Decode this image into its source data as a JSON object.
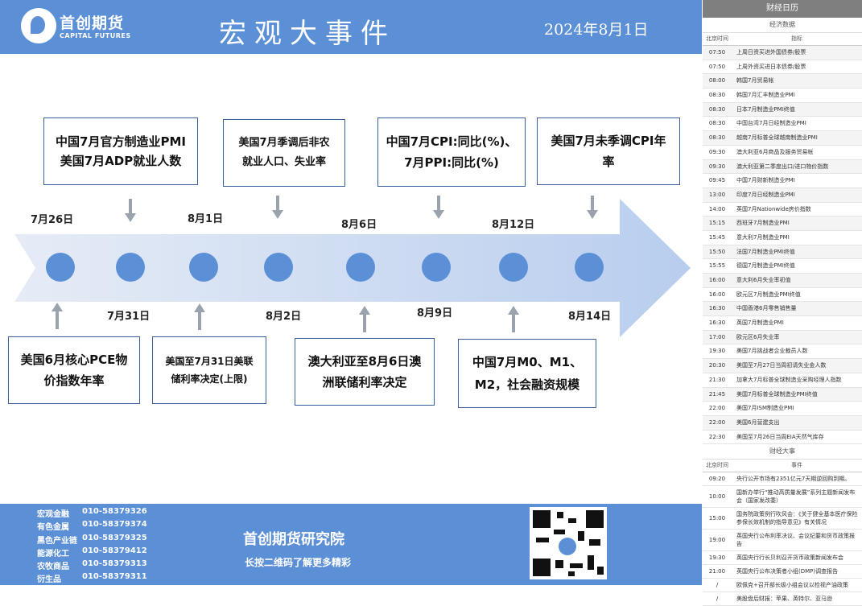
{
  "header": {
    "logo_name": "首创期货",
    "logo_en": "CAPITAL FUTURES",
    "title": "宏观大事件",
    "date": "2024年8月1日"
  },
  "timeline": {
    "dates_top": [
      "7月26日",
      "8月1日",
      "8月6日",
      "8月12日"
    ],
    "dates_bottom": [
      "7月31日",
      "8月2日",
      "8月9日",
      "8月14日"
    ],
    "boxes_top": [
      {
        "line1": "中国7月官方制造业PMI",
        "line2": "美国7月ADP就业人数"
      },
      {
        "line1": "美国7月季调后非农",
        "line2": "就业人口、失业率"
      },
      {
        "line1": "中国7月CPI:同比(%)、",
        "line2": "7月PPI:同比(%)"
      },
      {
        "line1": "美国7月未季调CPI年",
        "line2": "率"
      }
    ],
    "boxes_bottom": [
      {
        "line1": "美国6月核心PCE物",
        "line2": "价指数年率"
      },
      {
        "line1": "美国至7月31日美联",
        "line2": "储利率决定(上限)"
      },
      {
        "line1": "澳大利亚至8月6日澳",
        "line2": "洲联储利率决定"
      },
      {
        "line1": "中国7月M0、M1、",
        "line2": "M2，社会融资规模"
      }
    ]
  },
  "footer": {
    "contacts": [
      {
        "name": "宏观金融",
        "phone": "010-58379326"
      },
      {
        "name": "有色金属",
        "phone": "010-58379374"
      },
      {
        "name": "黑色产业链",
        "phone": "010-58379325"
      },
      {
        "name": "能源化工",
        "phone": "010-58379412"
      },
      {
        "name": "农牧商品",
        "phone": "010-58379313"
      },
      {
        "name": "衍生品",
        "phone": "010-58379311"
      }
    ],
    "institute": "首创期货研究院",
    "hint": "长按二维码了解更多精彩"
  },
  "calendar": {
    "title": "财经日历",
    "econ_title": "经济数据",
    "col_time": "北京时间",
    "col_indicator": "指标",
    "econ": [
      {
        "t": "07:50",
        "v": "上周日资买进外国债券/股票"
      },
      {
        "t": "07:50",
        "v": "上周外资买进日本债券/股票"
      },
      {
        "t": "08:00",
        "v": "韩国7月贸易帐"
      },
      {
        "t": "08:30",
        "v": "韩国7月汇丰制造业PMI"
      },
      {
        "t": "08:30",
        "v": "日本7月制造业PMI终值"
      },
      {
        "t": "08:30",
        "v": "中国台湾7月日经制造业PMI"
      },
      {
        "t": "08:30",
        "v": "越南7月标普全球越南制造业PMI"
      },
      {
        "t": "09:30",
        "v": "澳大利亚6月商品及服务贸易帐"
      },
      {
        "t": "09:30",
        "v": "澳大利亚第二季度出口/进口物价指数"
      },
      {
        "t": "09:45",
        "v": "中国7月财新制造业PMI"
      },
      {
        "t": "13:00",
        "v": "印度7月日经制造业PMI"
      },
      {
        "t": "14:00",
        "v": "英国7月Nationwide房价指数"
      },
      {
        "t": "15:15",
        "v": "西班牙7月制造业PMI"
      },
      {
        "t": "15:45",
        "v": "意大利7月制造业PMI"
      },
      {
        "t": "15:50",
        "v": "法国7月制造业PMI终值"
      },
      {
        "t": "15:55",
        "v": "德国7月制造业PMI终值"
      },
      {
        "t": "16:00",
        "v": "意大利6月失业率初值"
      },
      {
        "t": "16:00",
        "v": "欧元区7月制造业PMI终值"
      },
      {
        "t": "16:30",
        "v": "中国香港6月零售销售量"
      },
      {
        "t": "16:30",
        "v": "英国7月制造业PMI"
      },
      {
        "t": "17:00",
        "v": "欧元区6月失业率"
      },
      {
        "t": "19:30",
        "v": "美国7月挑战者企业裁员人数"
      },
      {
        "t": "20:30",
        "v": "美国至7月27日当周初请失业金人数"
      },
      {
        "t": "21:30",
        "v": "加拿大7月标普全球制造业采购经理人指数"
      },
      {
        "t": "21:45",
        "v": "美国7月标普全球制造业PMI终值"
      },
      {
        "t": "22:00",
        "v": "美国7月ISM制造业PMI"
      },
      {
        "t": "22:00",
        "v": "美国6月营建支出"
      },
      {
        "t": "22:30",
        "v": "美国至7月26日当周EIA天然气库存"
      }
    ],
    "events_title": "财经大事",
    "col_event": "事件",
    "events": [
      {
        "t": "09:20",
        "v": "央行公开市场有2351亿元7天期逆回购到期。"
      },
      {
        "t": "10:00",
        "v": "国新办举行“推动高质量发展”系列主题新闻发布会（国家发改委）"
      },
      {
        "t": "15:00",
        "v": "国务院政策例行吹风会：《关于健全基本医疗保险参保长效机制的指导意见》有关情况"
      },
      {
        "t": "19:00",
        "v": "英国央行公布利率决议、会议纪要和货币政策报告"
      },
      {
        "t": "19:30",
        "v": "英国央行行长贝利召开货币政策新闻发布会"
      },
      {
        "t": "21:00",
        "v": "英国央行公布决策者小组(DMP)调查报告"
      },
      {
        "t": "/",
        "v": "欧佩克+召开部长级小组会议以检视产油政策"
      },
      {
        "t": "/",
        "v": "美股盘后财报：苹果、英特尔、亚马逊"
      }
    ]
  }
}
